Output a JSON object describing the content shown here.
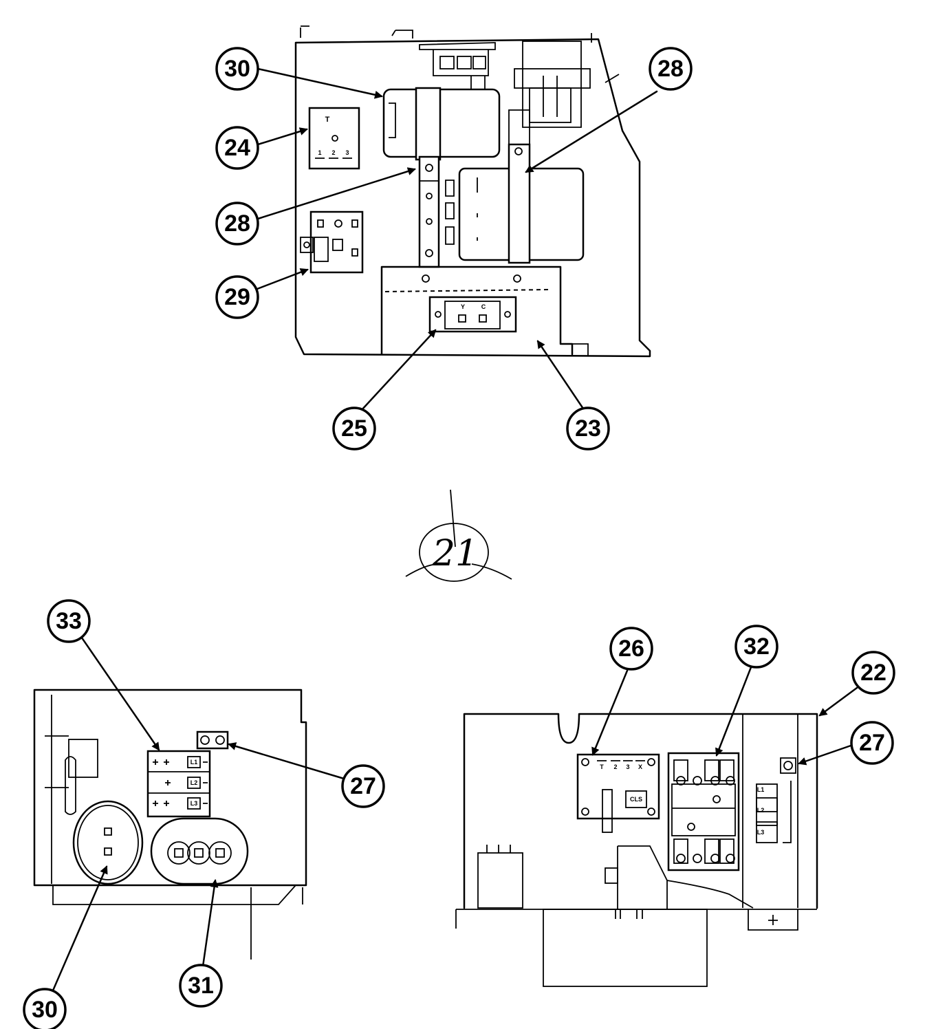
{
  "callouts": {
    "c30_top": "30",
    "c24": "24",
    "c28_left": "28",
    "c29": "29",
    "c28_right": "28",
    "c25": "25",
    "c23": "23",
    "c21": "21",
    "c33": "33",
    "c27_left": "27",
    "c30_bottom": "30",
    "c31": "31",
    "c26": "26",
    "c32": "32",
    "c22": "22",
    "c27_right": "27"
  },
  "labels": {
    "relay_T": "T",
    "relay_1": "1",
    "relay_2": "2",
    "relay_3": "3",
    "plug_Y": "Y",
    "plug_C": "C",
    "block_L1": "L1",
    "block_L2": "L2",
    "block_L3": "L3",
    "board_T": "T",
    "board_2": "2",
    "board_3": "3",
    "board_X": "X",
    "board_CLS": "CLS",
    "right_L1": "L1",
    "right_L2": "L2",
    "right_L3": "L3"
  }
}
